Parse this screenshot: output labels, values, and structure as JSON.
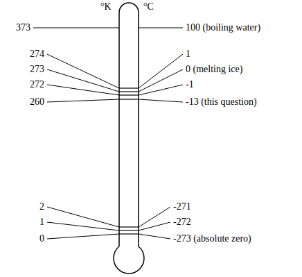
{
  "diagram": {
    "labels": [
      "°K",
      "°C",
      "373",
      "100 (boiling water)",
      "274",
      "273",
      "272",
      "260",
      "1",
      "0 (melting ice)",
      "-1",
      "-13 (this question)",
      "2",
      "1",
      "0",
      "-271",
      "-272",
      "-273 (absolute zero)"
    ]
  }
}
